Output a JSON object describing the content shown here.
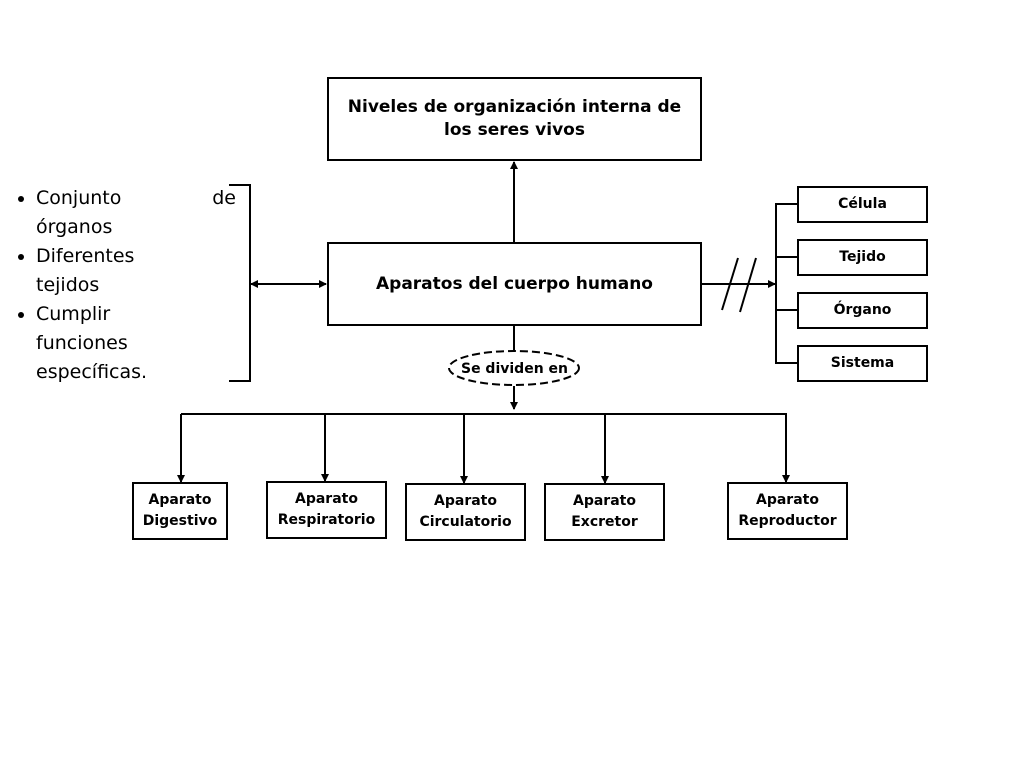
{
  "diagram": {
    "title": "Niveles de organización interna de los seres vivos",
    "main_node": "Aparatos del cuerpo humano",
    "divide_label": "Se dividen en",
    "features": [
      {
        "first": "Conjunto",
        "last": "de",
        "rest": "órganos"
      },
      {
        "text": "Diferentes tejidos"
      },
      {
        "text": "Cumplir funciones específicas."
      }
    ],
    "levels": [
      "Célula",
      "Tejido",
      "Órgano",
      "Sistema"
    ],
    "systems": [
      {
        "line1": "Aparato",
        "line2": "Digestivo"
      },
      {
        "line1": "Aparato",
        "line2": "Respiratorio"
      },
      {
        "line1": "Aparato",
        "line2": "Circulatorio"
      },
      {
        "line1": "Aparato",
        "line2": "Excretor"
      },
      {
        "line1": "Aparato",
        "line2": "Reproductor"
      }
    ]
  }
}
